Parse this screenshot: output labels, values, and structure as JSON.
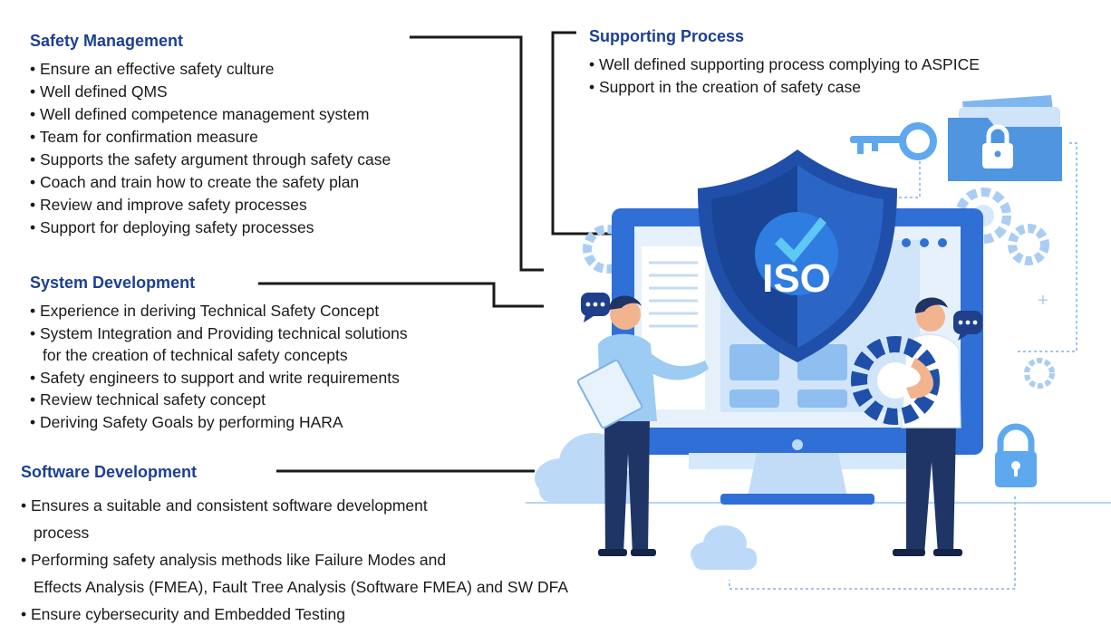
{
  "safety_management": {
    "title": "Safety Management",
    "items": [
      "Ensure an effective safety culture",
      "Well defined QMS",
      "Well defined competence management system",
      "Team for confirmation measure",
      "Supports the safety argument through safety case",
      "Coach and train how to create the safety plan",
      "Review and improve safety processes",
      "Support for deploying safety processes"
    ]
  },
  "system_development": {
    "title": "System Development",
    "items": [
      "Experience in deriving Technical Safety Concept",
      "System Integration and Providing technical solutions",
      "for the creation of technical safety concepts",
      "Safety engineers to support and write requirements",
      "Review technical safety concept",
      "Deriving Safety Goals by performing HARA"
    ]
  },
  "software_development": {
    "title": "Software Development",
    "items": [
      "Ensures a suitable and consistent software development",
      "process",
      "Performing safety analysis methods like Failure Modes and",
      "Effects Analysis (FMEA), Fault Tree Analysis (Software FMEA) and SW DFA",
      "Ensure cybersecurity and Embedded Testing"
    ]
  },
  "supporting_process": {
    "title": "Supporting Process",
    "items": [
      "Well defined supporting process complying to ASPICE",
      "Support in the creation of safety case"
    ]
  },
  "illustration": {
    "shield_text": "ISO",
    "icons": [
      "key-icon",
      "folder-lock-icon",
      "gear-icon",
      "padlock-icon",
      "cloud-icon",
      "chat-bubble-icon",
      "checkmark-icon"
    ],
    "colors": {
      "heading": "#1c3f94",
      "monitor": "#2f6fd6",
      "shield": "#1f4fa8",
      "accent": "#5ea8f0",
      "light": "#d6e8fb"
    }
  }
}
